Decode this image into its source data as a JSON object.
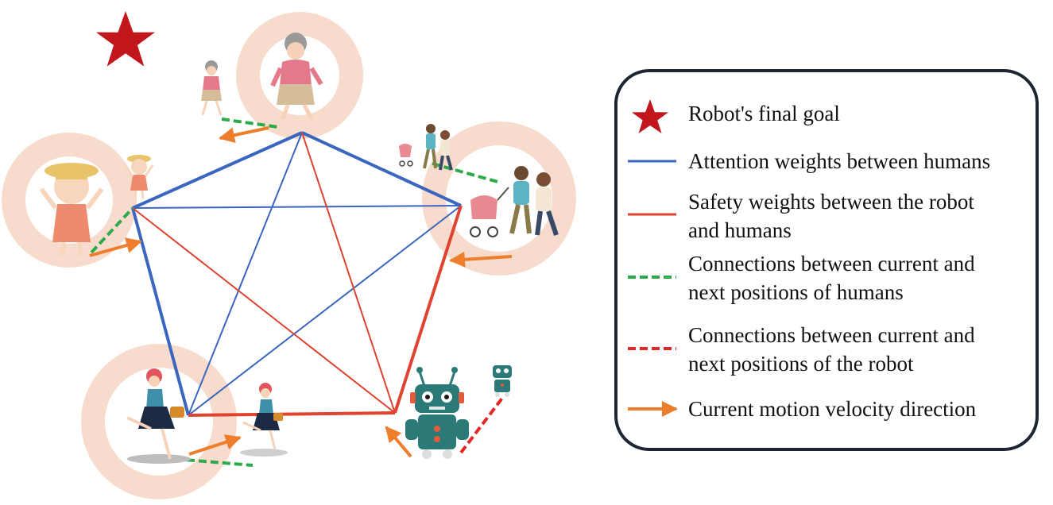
{
  "legend": {
    "goal_label": "Robot's final goal",
    "attention_label": "Attention weights between humans",
    "safety_label_line1": "Safety weights between the robot",
    "safety_label_line2": "and humans",
    "human_next_label_line1": "Connections between current and",
    "human_next_label_line2": "next positions of humans",
    "robot_next_label_line1": "Connections between current and",
    "robot_next_label_line2": "next positions of the robot",
    "velocity_label": "Current motion velocity direction"
  },
  "colors": {
    "goal_star": "#c0161c",
    "attention_line": "#3b66bf",
    "safety_line": "#e0432f",
    "human_next_dash": "#2eaa4a",
    "robot_next_dash": "#e32626",
    "velocity_arrow": "#ee7d2c",
    "human_zone": "#f7dccd",
    "robot_body": "#2b7a78"
  },
  "agents": [
    "elderly-woman",
    "family-with-stroller",
    "robot",
    "running-woman",
    "girl"
  ],
  "icons": [
    "star-icon",
    "arrow-icon",
    "robot-icon",
    "person-icon",
    "stroller-icon"
  ]
}
